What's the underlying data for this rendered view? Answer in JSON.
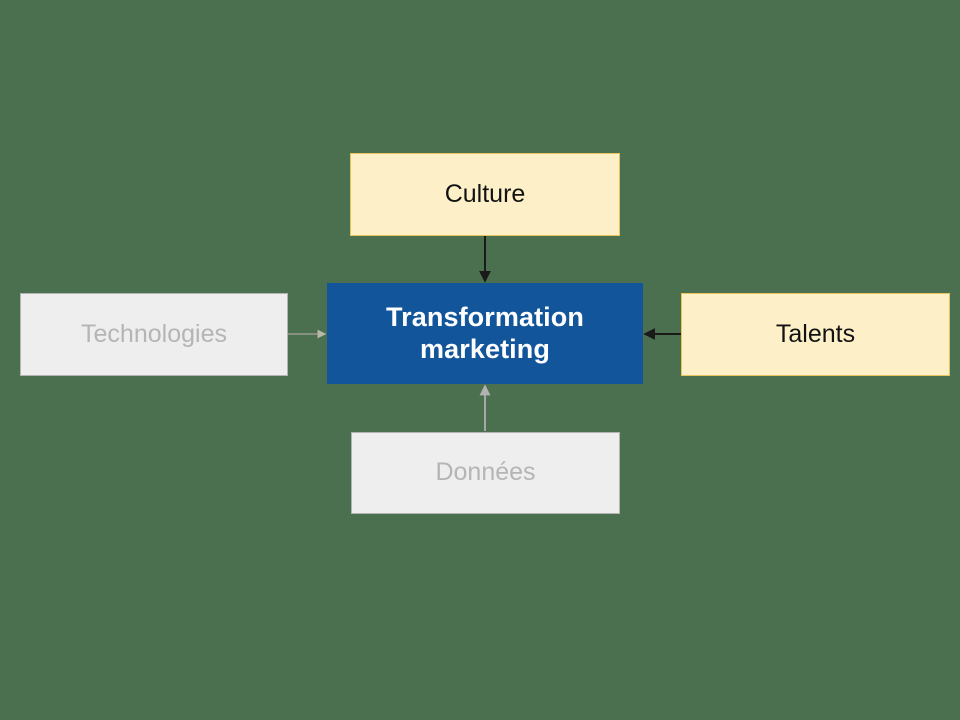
{
  "diagram": {
    "type": "hub-and-spoke",
    "background_color": "#4a7050",
    "center": {
      "id": "transformation-marketing",
      "label": "Transformation marketing",
      "label_line1": "Transformation",
      "label_line2": "marketing",
      "fill_color": "#12559b",
      "text_color": "#ffffff",
      "state": "active"
    },
    "nodes": [
      {
        "id": "culture",
        "label": "Culture",
        "position": "top",
        "fill_color": "#fdf0c9",
        "border_color": "#e8c55a",
        "text_color": "#121212",
        "state": "highlighted"
      },
      {
        "id": "technologies",
        "label": "Technologies",
        "position": "left",
        "fill_color": "#eeeeee",
        "border_color": "#b3b3b3",
        "text_color": "#b5b5b5",
        "state": "muted"
      },
      {
        "id": "talents",
        "label": "Talents",
        "position": "right",
        "fill_color": "#fdf0c9",
        "border_color": "#e8c55a",
        "text_color": "#121212",
        "state": "highlighted"
      },
      {
        "id": "donnees",
        "label": "Données",
        "position": "bottom",
        "fill_color": "#eeeeee",
        "border_color": "#b3b3b3",
        "text_color": "#b5b5b5",
        "state": "muted"
      }
    ],
    "connectors": [
      {
        "id": "culture-to-center",
        "from": "culture",
        "to": "transformation-marketing",
        "direction": "down",
        "color": "#1a1a1a",
        "state": "highlighted"
      },
      {
        "id": "technologies-to-center",
        "from": "technologies",
        "to": "transformation-marketing",
        "direction": "right",
        "color": "#9a9a8e",
        "state": "muted"
      },
      {
        "id": "talents-to-center",
        "from": "talents",
        "to": "transformation-marketing",
        "direction": "left",
        "color": "#1a1a1a",
        "state": "highlighted"
      },
      {
        "id": "donnees-to-center",
        "from": "donnees",
        "to": "transformation-marketing",
        "direction": "up",
        "color": "#a8a8a8",
        "state": "muted"
      }
    ]
  }
}
